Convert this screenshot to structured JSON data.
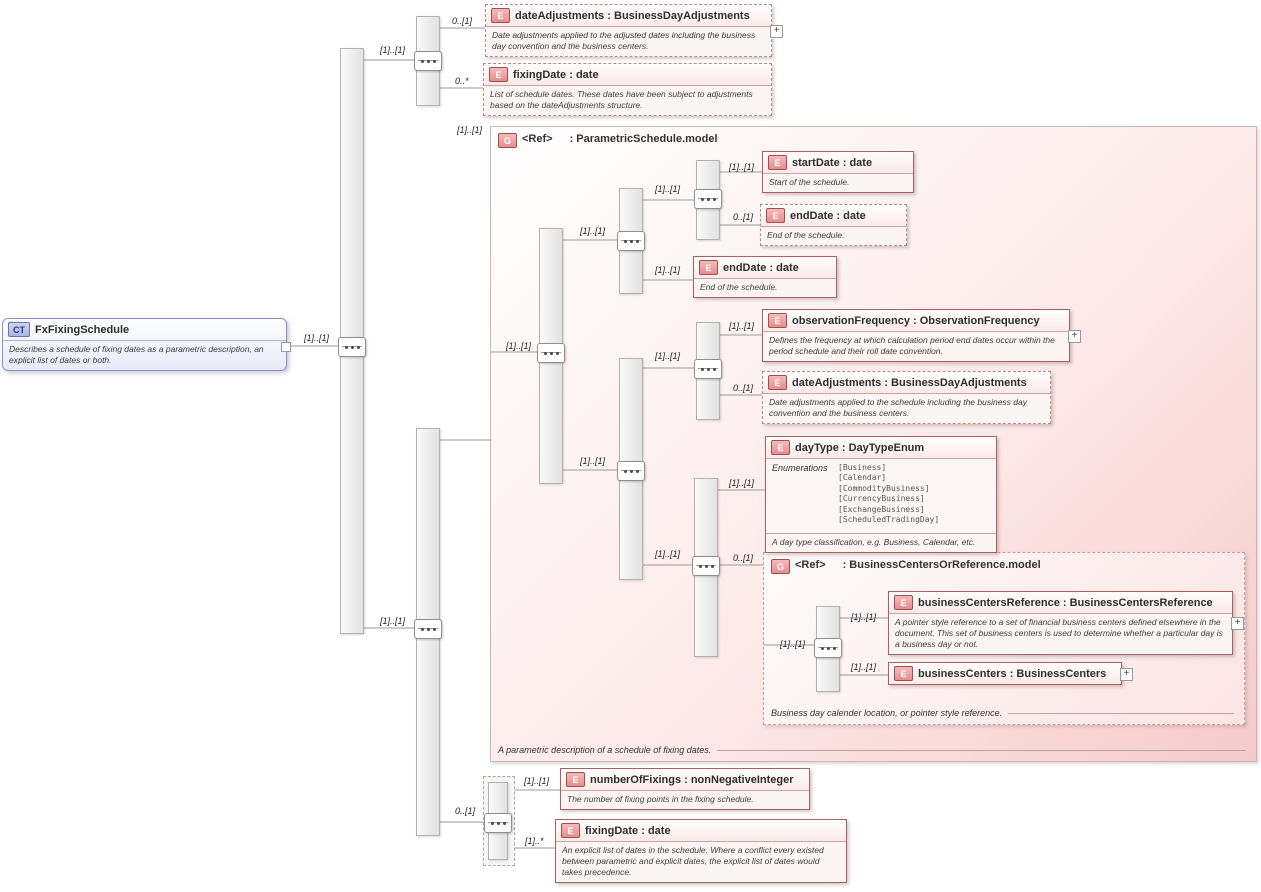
{
  "badges": {
    "ct": "CT",
    "e": "E",
    "g": "G",
    "plus": "+"
  },
  "root": {
    "title": "FxFixingSchedule",
    "doc": "Describes a schedule of fixing dates as a parametric description, an explicit list of dates or both."
  },
  "cards": {
    "one_one": "[1]..[1]",
    "zero_one": "0..[1]",
    "zero_many": "0..*",
    "one_many": "[1]..*"
  },
  "groups": {
    "parametric": {
      "ref": "<Ref>",
      "title": ": ParametricSchedule.model",
      "footer": "A parametric description of a schedule of fixing dates."
    },
    "businessCentersOrReference": {
      "ref": "<Ref>",
      "title": ": BusinessCentersOrReference.model",
      "footer": "Business day calender location, or pointer style reference."
    }
  },
  "elements": {
    "dateAdjustmentsTop": {
      "label": "dateAdjustments : BusinessDayAdjustments",
      "doc": "Date adjustments applied to the adjusted dates including the business day convention and the business centers."
    },
    "fixingDateTop": {
      "label": "fixingDate : date",
      "doc": "List of schedule dates. These dates have been subject to adjustments based on the dateAdjustments structure."
    },
    "startDate": {
      "label": "startDate : date",
      "doc": "Start of the schedule."
    },
    "endDateOptional": {
      "label": "endDate : date",
      "doc": "End of the schedule."
    },
    "endDate": {
      "label": "endDate : date",
      "doc": "End of the schedule."
    },
    "observationFrequency": {
      "label": "observationFrequency : ObservationFrequency",
      "doc": "Defines the frequency at which calculation period end dates occur within the period schedule and their roll date convention."
    },
    "dateAdjustmentsInner": {
      "label": "dateAdjustments : BusinessDayAdjustments",
      "doc": "Date adjustments applied to the schedule including the business day convention and the business centers."
    },
    "dayType": {
      "label": "dayType : DayTypeEnum",
      "enum_label": "Enumerations",
      "enums": [
        "[Business]",
        "[Calendar]",
        "[CommodityBusiness]",
        "[CurrencyBusiness]",
        "[ExchangeBusiness]",
        "[ScheduledTradingDay]"
      ],
      "doc": "A day type classification, e.g. Business, Calendar, etc."
    },
    "businessCentersReference": {
      "label": "businessCentersReference : BusinessCentersReference",
      "doc": "A pointer style reference to a set of financial business centers defined elsewhere in the document. This set of business centers is used to determine whether a particular day is a business day or not."
    },
    "businessCenters": {
      "label": "businessCenters : BusinessCenters"
    },
    "numberOfFixings": {
      "label": "numberOfFixings : nonNegativeInteger",
      "doc": "The number of fixing points in the fixing schedule."
    },
    "fixingDateExplicit": {
      "label": "fixingDate : date",
      "doc": "An explicit list of dates in the schedule. Where a conflict every existed between parametric and explicit dates, the explicit list of dates would takes precedence."
    }
  },
  "colors": {
    "element_border": "#a96060",
    "group_fill": "#f6caca",
    "ct_border": "#8a92c4",
    "connector_line": "#9a9a9a"
  }
}
